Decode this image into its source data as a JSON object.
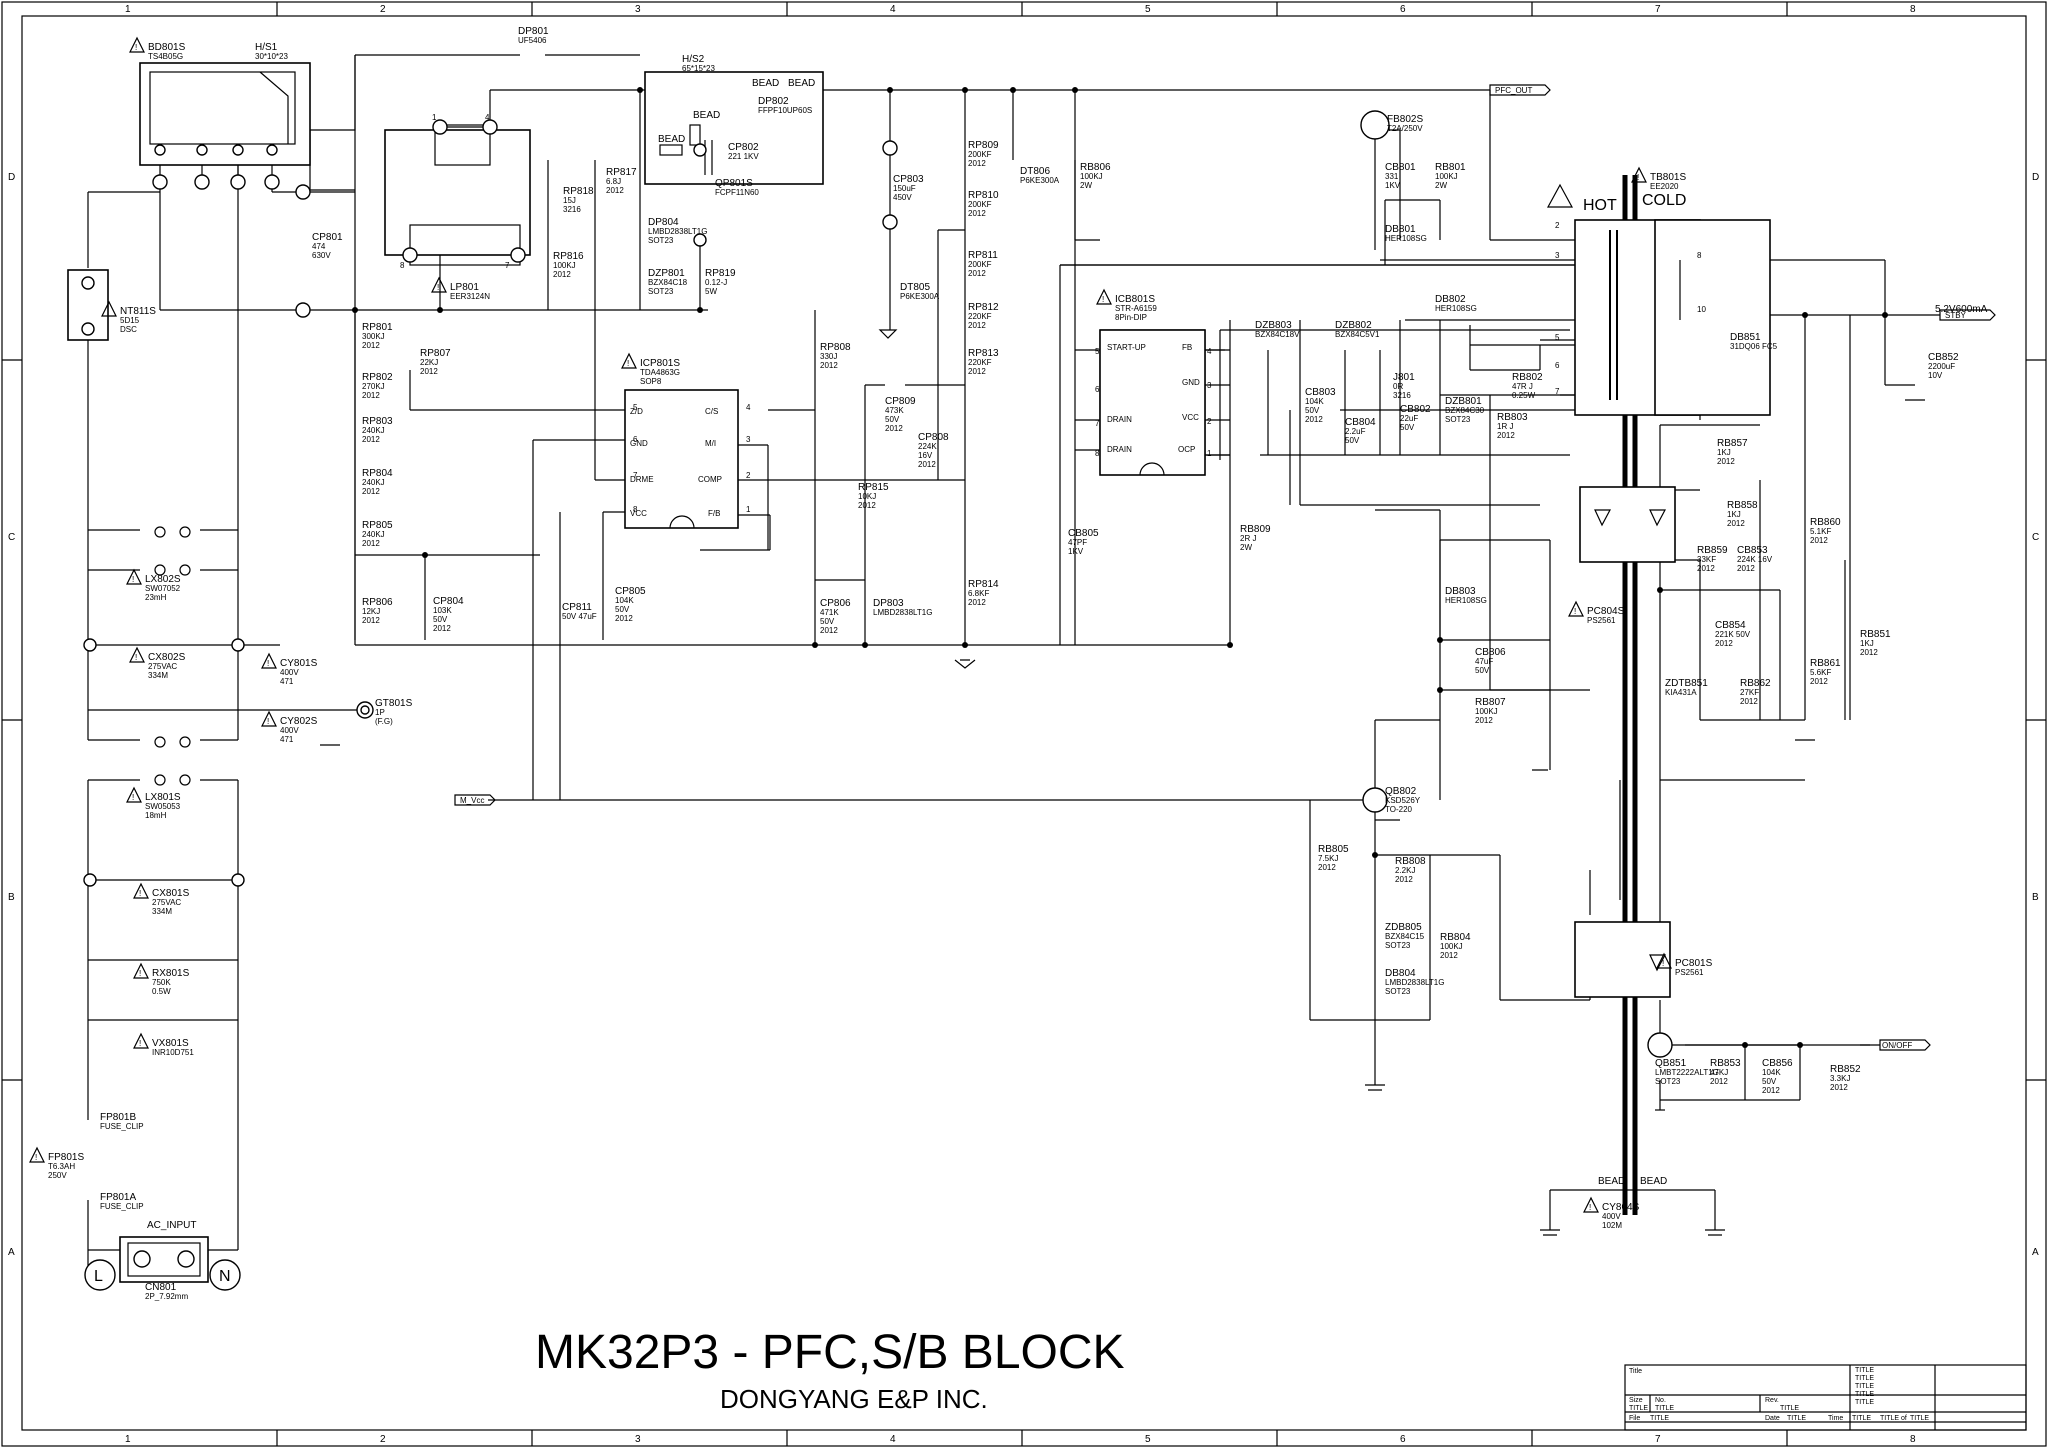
{
  "sheet": {
    "title": "MK32P3 - PFC,S/B BLOCK",
    "company": "DONGYANG E&P INC.",
    "columns": [
      "1",
      "2",
      "3",
      "4",
      "5",
      "6",
      "7",
      "8"
    ],
    "rows": [
      "D",
      "C",
      "B",
      "A"
    ]
  },
  "title_block": {
    "title_label": "Title",
    "size_label": "Size",
    "size_value": "TITLE",
    "no_label": "No.",
    "no_value": "TITLE",
    "rev_label": "Rev.",
    "rev_value": "TITLE",
    "file_label": "File",
    "file_value": "TITLE",
    "date_label": "Date",
    "date_value": "TITLE",
    "time_label": "Time",
    "time_value": "TITLE",
    "title_of": "TITLE of",
    "title_of_value": "TITLE",
    "side_entries": [
      "TITLE",
      "TITLE",
      "TITLE",
      "TITLE",
      "TITLE"
    ]
  },
  "labels": {
    "hot": "HOT",
    "cold": "COLD",
    "terminal_l": "L",
    "terminal_n": "N",
    "warn": "!"
  },
  "nets": {
    "pfc_out": "PFC_OUT",
    "stby": "STBY",
    "m_vcc": "M_Vcc",
    "onoff": "ON/OFF",
    "stby_rating": "5.2V600mA"
  },
  "components": [
    {
      "id": "bd801s",
      "lines": [
        "BD801S",
        "TS4B05G"
      ]
    },
    {
      "id": "hs1",
      "lines": [
        "H/S1",
        "30*10*23"
      ]
    },
    {
      "id": "dp801",
      "lines": [
        "DP801",
        "UF5406"
      ]
    },
    {
      "id": "hs2",
      "lines": [
        "H/S2",
        "65*15*23"
      ]
    },
    {
      "id": "bead1",
      "lines": [
        "BEAD"
      ]
    },
    {
      "id": "bead2",
      "lines": [
        "BEAD"
      ]
    },
    {
      "id": "bead3",
      "lines": [
        "BEAD"
      ]
    },
    {
      "id": "bead4",
      "lines": [
        "BEAD"
      ]
    },
    {
      "id": "dp802",
      "lines": [
        "DP802",
        "FFPF10UP60S"
      ]
    },
    {
      "id": "cp802",
      "lines": [
        "CP802",
        "221 1KV"
      ]
    },
    {
      "id": "qp801s",
      "lines": [
        "QP801S",
        "FCPF11N60"
      ]
    },
    {
      "id": "rp817",
      "lines": [
        "RP817",
        "6.8J",
        "2012"
      ]
    },
    {
      "id": "rp818",
      "lines": [
        "RP818",
        "15J",
        "3216"
      ]
    },
    {
      "id": "dp804",
      "lines": [
        "DP804",
        "LMBD2838LT1G",
        "SOT23"
      ]
    },
    {
      "id": "dzp801",
      "lines": [
        "DZP801",
        "BZX84C18",
        "SOT23"
      ]
    },
    {
      "id": "rp819",
      "lines": [
        "RP819",
        "0.12-J",
        "5W"
      ]
    },
    {
      "id": "rp816",
      "lines": [
        "RP816",
        "100KJ",
        "2012"
      ]
    },
    {
      "id": "lp801",
      "lines": [
        "LP801",
        "EER3124N"
      ]
    },
    {
      "id": "cp801",
      "lines": [
        "CP801",
        "474",
        "630V"
      ]
    },
    {
      "id": "nt811s",
      "lines": [
        "NT811S",
        "5D15",
        "DSC"
      ]
    },
    {
      "id": "cp803",
      "lines": [
        "CP803",
        "150uF",
        "450V"
      ]
    },
    {
      "id": "rp809",
      "lines": [
        "RP809",
        "200KF",
        "2012"
      ]
    },
    {
      "id": "rp810",
      "lines": [
        "RP810",
        "200KF",
        "2012"
      ]
    },
    {
      "id": "rp811",
      "lines": [
        "RP811",
        "200KF",
        "2012"
      ]
    },
    {
      "id": "rp812",
      "lines": [
        "RP812",
        "220KF",
        "2012"
      ]
    },
    {
      "id": "rp813",
      "lines": [
        "RP813",
        "220KF",
        "2012"
      ]
    },
    {
      "id": "rp814",
      "lines": [
        "RP814",
        "6.8KF",
        "2012"
      ]
    },
    {
      "id": "dt806",
      "lines": [
        "DT806",
        "P6KE300A"
      ]
    },
    {
      "id": "dt805",
      "lines": [
        "DT805",
        "P6KE300A"
      ]
    },
    {
      "id": "rb806",
      "lines": [
        "RB806",
        "100KJ",
        "2W"
      ]
    },
    {
      "id": "rp801",
      "lines": [
        "RP801",
        "300KJ",
        "2012"
      ]
    },
    {
      "id": "rp802",
      "lines": [
        "RP802",
        "270KJ",
        "2012"
      ]
    },
    {
      "id": "rp803",
      "lines": [
        "RP803",
        "240KJ",
        "2012"
      ]
    },
    {
      "id": "rp804",
      "lines": [
        "RP804",
        "240KJ",
        "2012"
      ]
    },
    {
      "id": "rp805",
      "lines": [
        "RP805",
        "240KJ",
        "2012"
      ]
    },
    {
      "id": "rp806",
      "lines": [
        "RP806",
        "12KJ",
        "2012"
      ]
    },
    {
      "id": "rp807",
      "lines": [
        "RP807",
        "22KJ",
        "2012"
      ]
    },
    {
      "id": "cp804",
      "lines": [
        "CP804",
        "103K",
        "50V",
        "2012"
      ]
    },
    {
      "id": "icp801s",
      "lines": [
        "ICP801S",
        "TDA4863G",
        "SOP8"
      ]
    },
    {
      "id": "rp808",
      "lines": [
        "RP808",
        "330J",
        "2012"
      ]
    },
    {
      "id": "cp809",
      "lines": [
        "CP809",
        "473K",
        "50V",
        "2012"
      ]
    },
    {
      "id": "cp808",
      "lines": [
        "CP808",
        "224K",
        "16V",
        "2012"
      ]
    },
    {
      "id": "rp815",
      "lines": [
        "RP815",
        "10KJ",
        "2012"
      ]
    },
    {
      "id": "cp811",
      "lines": [
        "CP811",
        "50V 47uF"
      ]
    },
    {
      "id": "cp805",
      "lines": [
        "CP805",
        "104K",
        "50V",
        "2012"
      ]
    },
    {
      "id": "cp806",
      "lines": [
        "CP806",
        "471K",
        "50V",
        "2012"
      ]
    },
    {
      "id": "dp803",
      "lines": [
        "DP803",
        "LMBD2838LT1G"
      ]
    },
    {
      "id": "icb801s",
      "lines": [
        "ICB801S",
        "STR-A6159",
        "8Pin-DIP"
      ]
    },
    {
      "id": "cb805",
      "lines": [
        "CB805",
        "47PF",
        "1KV"
      ]
    },
    {
      "id": "rb809",
      "lines": [
        "RB809",
        "2R J",
        "2W"
      ]
    },
    {
      "id": "fb802s",
      "lines": [
        "FB802S",
        "T2A/250V"
      ]
    },
    {
      "id": "cb801",
      "lines": [
        "CB801",
        "331",
        "1KV"
      ]
    },
    {
      "id": "rb801",
      "lines": [
        "RB801",
        "100KJ",
        "2W"
      ]
    },
    {
      "id": "db801",
      "lines": [
        "DB801",
        "HER108SG"
      ]
    },
    {
      "id": "db802",
      "lines": [
        "DB802",
        "HER108SG"
      ]
    },
    {
      "id": "dzb803",
      "lines": [
        "DZB803",
        "BZX84C18V"
      ]
    },
    {
      "id": "dzb802",
      "lines": [
        "DZB802",
        "BZX84C5V1"
      ]
    },
    {
      "id": "cb803",
      "lines": [
        "CB803",
        "104K",
        "50V",
        "2012"
      ]
    },
    {
      "id": "cb804",
      "lines": [
        "CB804",
        "2.2uF",
        "50V"
      ]
    },
    {
      "id": "j801",
      "lines": [
        "J801",
        "0R",
        "3216"
      ]
    },
    {
      "id": "cb802",
      "lines": [
        "CB802",
        "22uF",
        "50V"
      ]
    },
    {
      "id": "dzb801",
      "lines": [
        "DZB801",
        "BZX84C30",
        "SOT23"
      ]
    },
    {
      "id": "rb802",
      "lines": [
        "RB802",
        "47R J",
        "0.25W"
      ]
    },
    {
      "id": "rb803",
      "lines": [
        "RB803",
        "1R J",
        "2012"
      ]
    },
    {
      "id": "tb801s",
      "lines": [
        "TB801S",
        "EE2020"
      ]
    },
    {
      "id": "db851",
      "lines": [
        "DB851",
        "31DQ06 FC5"
      ]
    },
    {
      "id": "cb852",
      "lines": [
        "CB852",
        "2200uF",
        "10V"
      ]
    },
    {
      "id": "rb857",
      "lines": [
        "RB857",
        "1KJ",
        "2012"
      ]
    },
    {
      "id": "rb858",
      "lines": [
        "RB858",
        "1KJ",
        "2012"
      ]
    },
    {
      "id": "rb860",
      "lines": [
        "RB860",
        "5.1KF",
        "2012"
      ]
    },
    {
      "id": "rb859",
      "lines": [
        "RB859",
        "33KF",
        "2012"
      ]
    },
    {
      "id": "cb853",
      "lines": [
        "CB853",
        "224K 16V",
        "2012"
      ]
    },
    {
      "id": "cb854",
      "lines": [
        "CB854",
        "221K 50V",
        "2012"
      ]
    },
    {
      "id": "pc804s",
      "lines": [
        "PC804S",
        "PS2561"
      ]
    },
    {
      "id": "rb851",
      "lines": [
        "RB851",
        "1KJ",
        "2012"
      ]
    },
    {
      "id": "zdtb851",
      "lines": [
        "ZDTB851",
        "KIA431A"
      ]
    },
    {
      "id": "rb862",
      "lines": [
        "RB862",
        "27KF",
        "2012"
      ]
    },
    {
      "id": "rb861",
      "lines": [
        "RB861",
        "5.6KF",
        "2012"
      ]
    },
    {
      "id": "db803",
      "lines": [
        "DB803",
        "HER108SG"
      ]
    },
    {
      "id": "cb806",
      "lines": [
        "CB806",
        "47uF",
        "50V"
      ]
    },
    {
      "id": "rb807",
      "lines": [
        "RB807",
        "100KJ",
        "2012"
      ]
    },
    {
      "id": "lx802s",
      "lines": [
        "LX802S",
        "SW07052",
        "23mH"
      ]
    },
    {
      "id": "cx802s",
      "lines": [
        "CX802S",
        "275VAC",
        "334M"
      ]
    },
    {
      "id": "cy801s",
      "lines": [
        "CY801S",
        "400V",
        "471"
      ]
    },
    {
      "id": "cy802s",
      "lines": [
        "CY802S",
        "400V",
        "471"
      ]
    },
    {
      "id": "gt801s",
      "lines": [
        "GT801S",
        "1P",
        "(F.G)"
      ]
    },
    {
      "id": "lx801s",
      "lines": [
        "LX801S",
        "SW05053",
        "18mH"
      ]
    },
    {
      "id": "cx801s",
      "lines": [
        "CX801S",
        "275VAC",
        "334M"
      ]
    },
    {
      "id": "rx801s",
      "lines": [
        "RX801S",
        "750K",
        "0.5W"
      ]
    },
    {
      "id": "vx801s",
      "lines": [
        "VX801S",
        "INR10D751"
      ]
    },
    {
      "id": "qb802",
      "lines": [
        "QB802",
        "KSD526Y",
        "TO-220"
      ]
    },
    {
      "id": "rb805",
      "lines": [
        "RB805",
        "7.5KJ",
        "2012"
      ]
    },
    {
      "id": "rb808",
      "lines": [
        "RB808",
        "2.2KJ",
        "2012"
      ]
    },
    {
      "id": "zdb805",
      "lines": [
        "ZDB805",
        "BZX84C15",
        "SOT23"
      ]
    },
    {
      "id": "rb804",
      "lines": [
        "RB804",
        "100KJ",
        "2012"
      ]
    },
    {
      "id": "db804",
      "lines": [
        "DB804",
        "LMBD2838LT1G",
        "SOT23"
      ]
    },
    {
      "id": "pc801s",
      "lines": [
        "PC801S",
        "PS2561"
      ]
    },
    {
      "id": "qb851",
      "lines": [
        "QB851",
        "LMBT2222ALT1G",
        "SOT23"
      ]
    },
    {
      "id": "rb853",
      "lines": [
        "RB853",
        "47KJ",
        "2012"
      ]
    },
    {
      "id": "cb856",
      "lines": [
        "CB856",
        "104K",
        "50V",
        "2012"
      ]
    },
    {
      "id": "rb852",
      "lines": [
        "RB852",
        "3.3KJ",
        "2012"
      ]
    },
    {
      "id": "fp801b",
      "lines": [
        "FP801B",
        "FUSE_CLIP"
      ]
    },
    {
      "id": "fp801s",
      "lines": [
        "FP801S",
        "T6.3AH",
        "250V"
      ]
    },
    {
      "id": "fp801a",
      "lines": [
        "FP801A",
        "FUSE_CLIP"
      ]
    },
    {
      "id": "ac_input",
      "lines": [
        "AC_INPUT"
      ]
    },
    {
      "id": "cn801",
      "lines": [
        "CN801",
        "2P_7.92mm"
      ]
    },
    {
      "id": "cy804s",
      "lines": [
        "CY804S",
        "400V",
        "102M"
      ]
    },
    {
      "id": "bead5",
      "lines": [
        "BEAD"
      ]
    },
    {
      "id": "bead6",
      "lines": [
        "BEAD"
      ]
    }
  ],
  "pins": {
    "icp801s": [
      {
        "num": "5",
        "name": "Z/D"
      },
      {
        "num": "6",
        "name": "GND"
      },
      {
        "num": "7",
        "name": "DRME"
      },
      {
        "num": "8",
        "name": "VCC"
      },
      {
        "num": "4",
        "name": "C/S"
      },
      {
        "num": "3",
        "name": "M/I"
      },
      {
        "num": "2",
        "name": "COMP"
      },
      {
        "num": "1",
        "name": "F/B"
      }
    ],
    "icb801s": [
      {
        "num": "5",
        "name": "START-UP"
      },
      {
        "num": "6",
        "name": ""
      },
      {
        "num": "7",
        "name": "DRAIN"
      },
      {
        "num": "8",
        "name": "DRAIN"
      },
      {
        "num": "4",
        "name": "FB"
      },
      {
        "num": "3",
        "name": "GND"
      },
      {
        "num": "2",
        "name": "VCC"
      },
      {
        "num": "1",
        "name": "OCP"
      }
    ],
    "lp801": [
      "1",
      "4",
      "8",
      "7"
    ],
    "tb801s": [
      "2",
      "3",
      "5",
      "6",
      "7",
      "8",
      "10"
    ]
  }
}
